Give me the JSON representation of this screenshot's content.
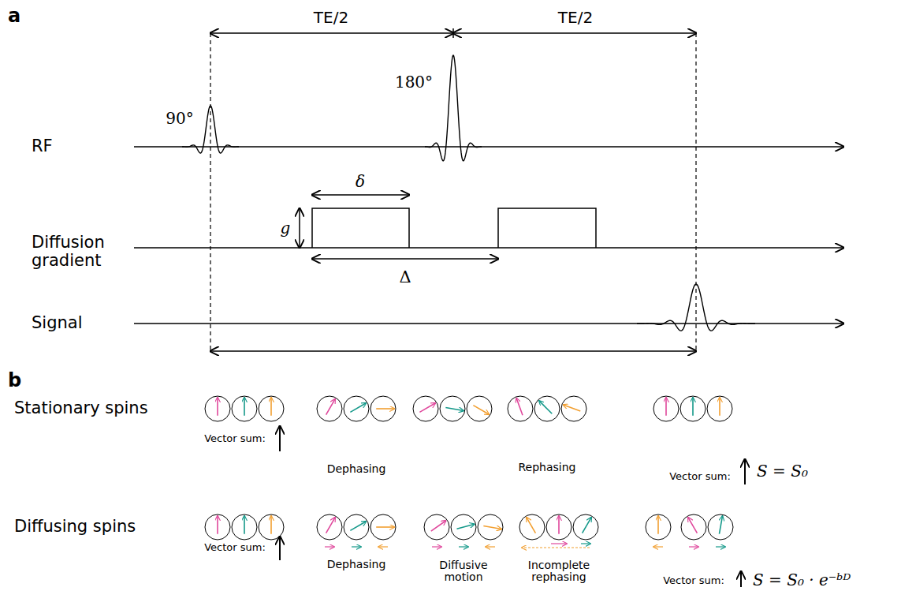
{
  "diagram": {
    "labels": [
      "a",
      "TE/2",
      "TE/2",
      "90°",
      "180°",
      "RF",
      "δ",
      "g",
      "Diffusion gradient",
      "Δ",
      "Signal",
      "b",
      "Stationary spins",
      "Vector sum:",
      "Dephasing",
      "Rephasing",
      "Vector sum:",
      "S = S₀",
      "Diffusing spins",
      "Vector sum:",
      "Dephasing",
      "Diffusive motion",
      "Incomplete rephasing",
      "Vector sum:",
      "S = S₀ · e⁻ᵇᴰ"
    ]
  }
}
